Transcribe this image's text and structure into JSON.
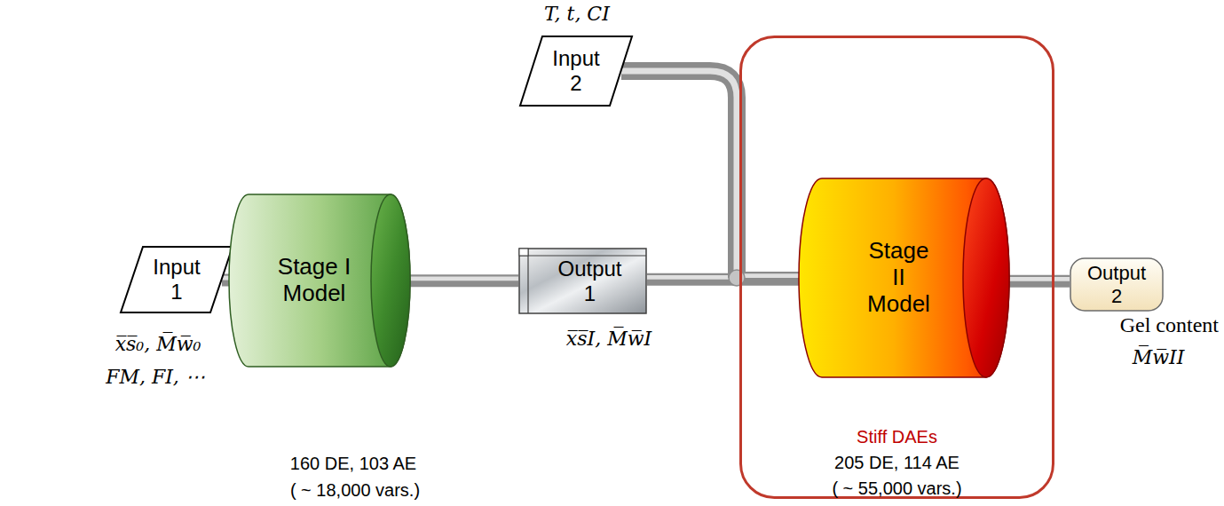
{
  "diagram": {
    "nodes": [
      {
        "text": [
          "Input 1"
        ]
      },
      {
        "text": [
          "Stage I Model"
        ]
      },
      {
        "text": [
          "Output 1"
        ]
      },
      {
        "text": [
          "Input 2"
        ]
      },
      {
        "text": [
          "Stiff DAEs",
          "205 DE, 114 AE",
          "( ~ 55,000 vars.)"
        ]
      },
      {
        "text": [
          "Stage II Model"
        ],
        "in": 4
      },
      {
        "text": [
          "Output 2"
        ]
      }
    ],
    "edges": [
      {
        "from": 0,
        "to": 1,
        "arrow": "none"
      },
      {
        "from": 1,
        "to": 2,
        "arrow": "none"
      },
      {
        "from": 2,
        "to": 5,
        "arrow": "none"
      },
      {
        "from": 3,
        "to": 5,
        "arrow": "none"
      },
      {
        "from": 5,
        "to": 6,
        "arrow": "none"
      }
    ],
    "labels": [
      "x̅s̅₀, M̅w̅₀",
      "FM, FI, ⋯",
      "160 DE, 103 AE",
      "( ~ 18,000 vars.)",
      "x̅s̅I, M̅w̅I",
      "T, t, CI",
      "Gel content",
      "M̅w̅II"
    ]
  }
}
